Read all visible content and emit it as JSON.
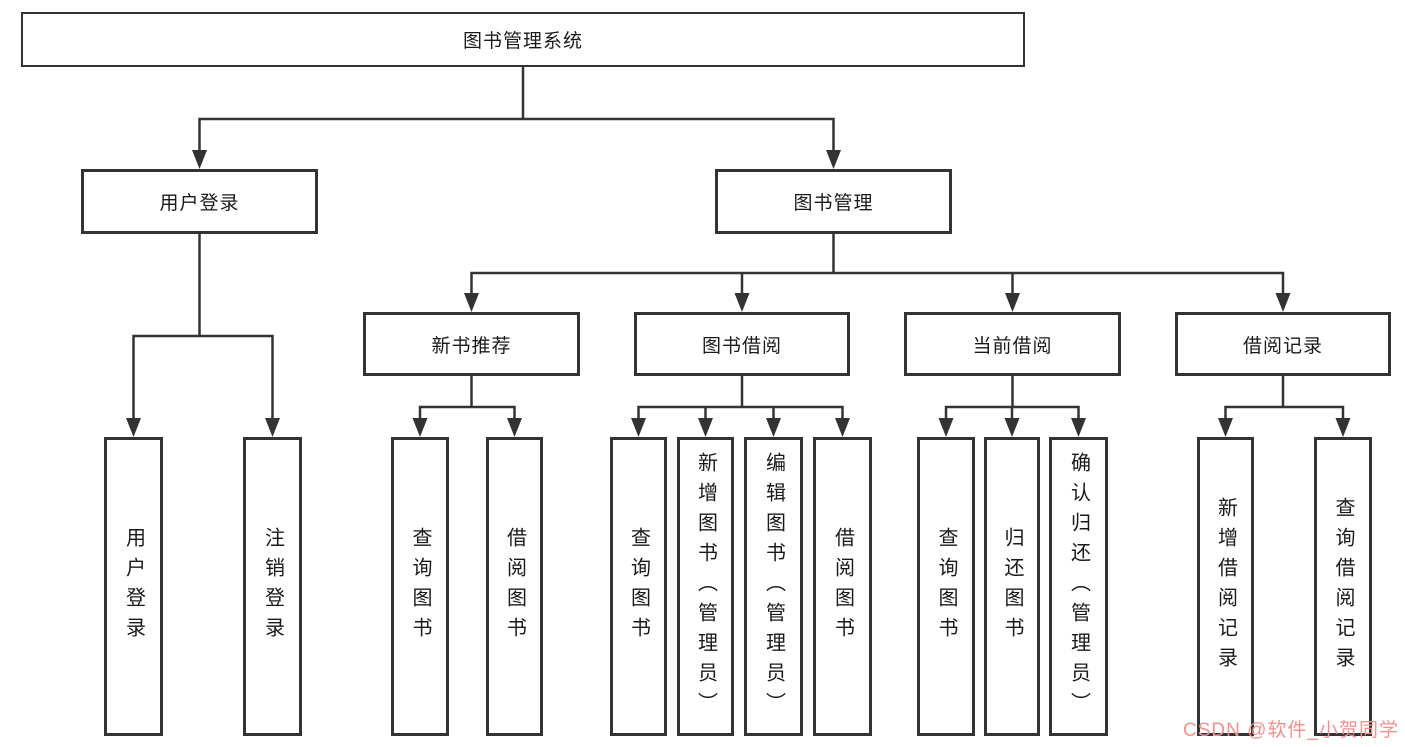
{
  "colors": {
    "line": "#333333",
    "node_border": "#333333",
    "node_bg": "#ffffff",
    "text": "#1a1a1a",
    "watermark": "#f58f8f"
  },
  "watermark": {
    "text": "CSDN @软件_小贺同学"
  },
  "tree": {
    "label": "图书管理系统",
    "children": [
      {
        "label": "用户登录",
        "children": [
          {
            "label": "用户登录"
          },
          {
            "label": "注销登录"
          }
        ]
      },
      {
        "label": "图书管理",
        "children": [
          {
            "label": "新书推荐",
            "children": [
              {
                "label": "查询图书"
              },
              {
                "label": "借阅图书"
              }
            ]
          },
          {
            "label": "图书借阅",
            "children": [
              {
                "label": "查询图书"
              },
              {
                "label": "新增图书（管理员）"
              },
              {
                "label": "编辑图书（管理员）"
              },
              {
                "label": "借阅图书"
              }
            ]
          },
          {
            "label": "当前借阅",
            "children": [
              {
                "label": "查询图书"
              },
              {
                "label": "归还图书"
              },
              {
                "label": "确认归还（管理员）"
              }
            ]
          },
          {
            "label": "借阅记录",
            "children": [
              {
                "label": "新增借阅记录"
              },
              {
                "label": "查询借阅记录"
              }
            ]
          }
        ]
      }
    ]
  }
}
